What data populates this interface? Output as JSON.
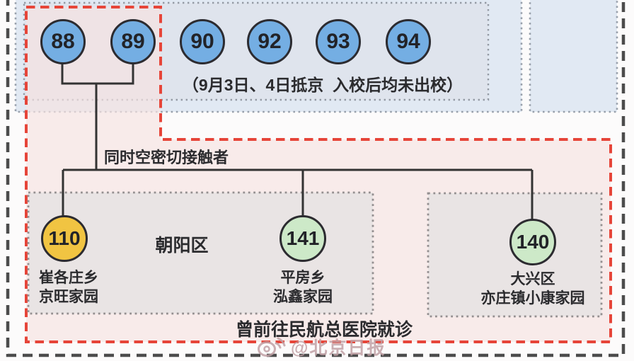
{
  "top_group": {
    "note": "（9月3日、4日抵京  入校后均未出校）",
    "cases": [
      "88",
      "89",
      "90",
      "92",
      "93",
      "94"
    ]
  },
  "link_label": "同时空密切接触者",
  "chaoyang": {
    "district_label": "朝阳区",
    "case110": {
      "id": "110",
      "loc1": "崔各庄乡",
      "loc2": "京旺家园"
    },
    "case141": {
      "id": "141",
      "loc1": "平房乡",
      "loc2": "泓鑫家园"
    }
  },
  "daxing": {
    "case140": {
      "id": "140",
      "loc1": "大兴区",
      "loc2": "亦庄镇小康家园"
    }
  },
  "footer_note": "曾前往民航总医院就诊",
  "watermark_text": "@北京日报",
  "colors": {
    "case_blue": "#74aee3",
    "case_yellow": "#f1c442",
    "case_green": "#cde9c8",
    "red_dash": "#e64539",
    "outer_dash": "#4c4c4c",
    "panel_blue": "#e1e9f3",
    "panel_gray": "#e9e4e4",
    "panel_pink": "#f8ecea",
    "connector_line": "#333333"
  }
}
